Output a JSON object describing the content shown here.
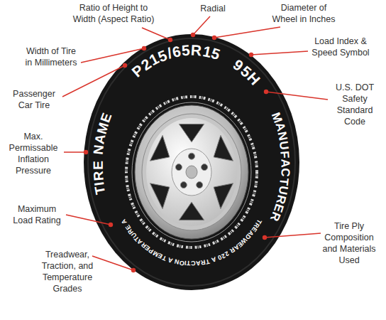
{
  "diagram": {
    "labels": [
      "Ratio of Height to Width (Aspect Ratio)",
      "Radial",
      "Diameter of Wheel in Inches",
      "Load Index & Speed Symbol",
      "Width of Tire in Millimeters",
      "P215/65R15",
      "95H",
      "MANUFACTURER",
      "U.S. DOT Safety Standard Code",
      "Passenger Car Tire",
      "Max. Permissable Inflation Pressure",
      "TIRE NAME",
      "Maximum Load Rating",
      "Tire Ply Composition and Materials Used",
      "TREADWEAR 220 A TRACTION A TEMPERATURE A",
      "Treadwear, Traction, and Temperature Grades"
    ]
  }
}
